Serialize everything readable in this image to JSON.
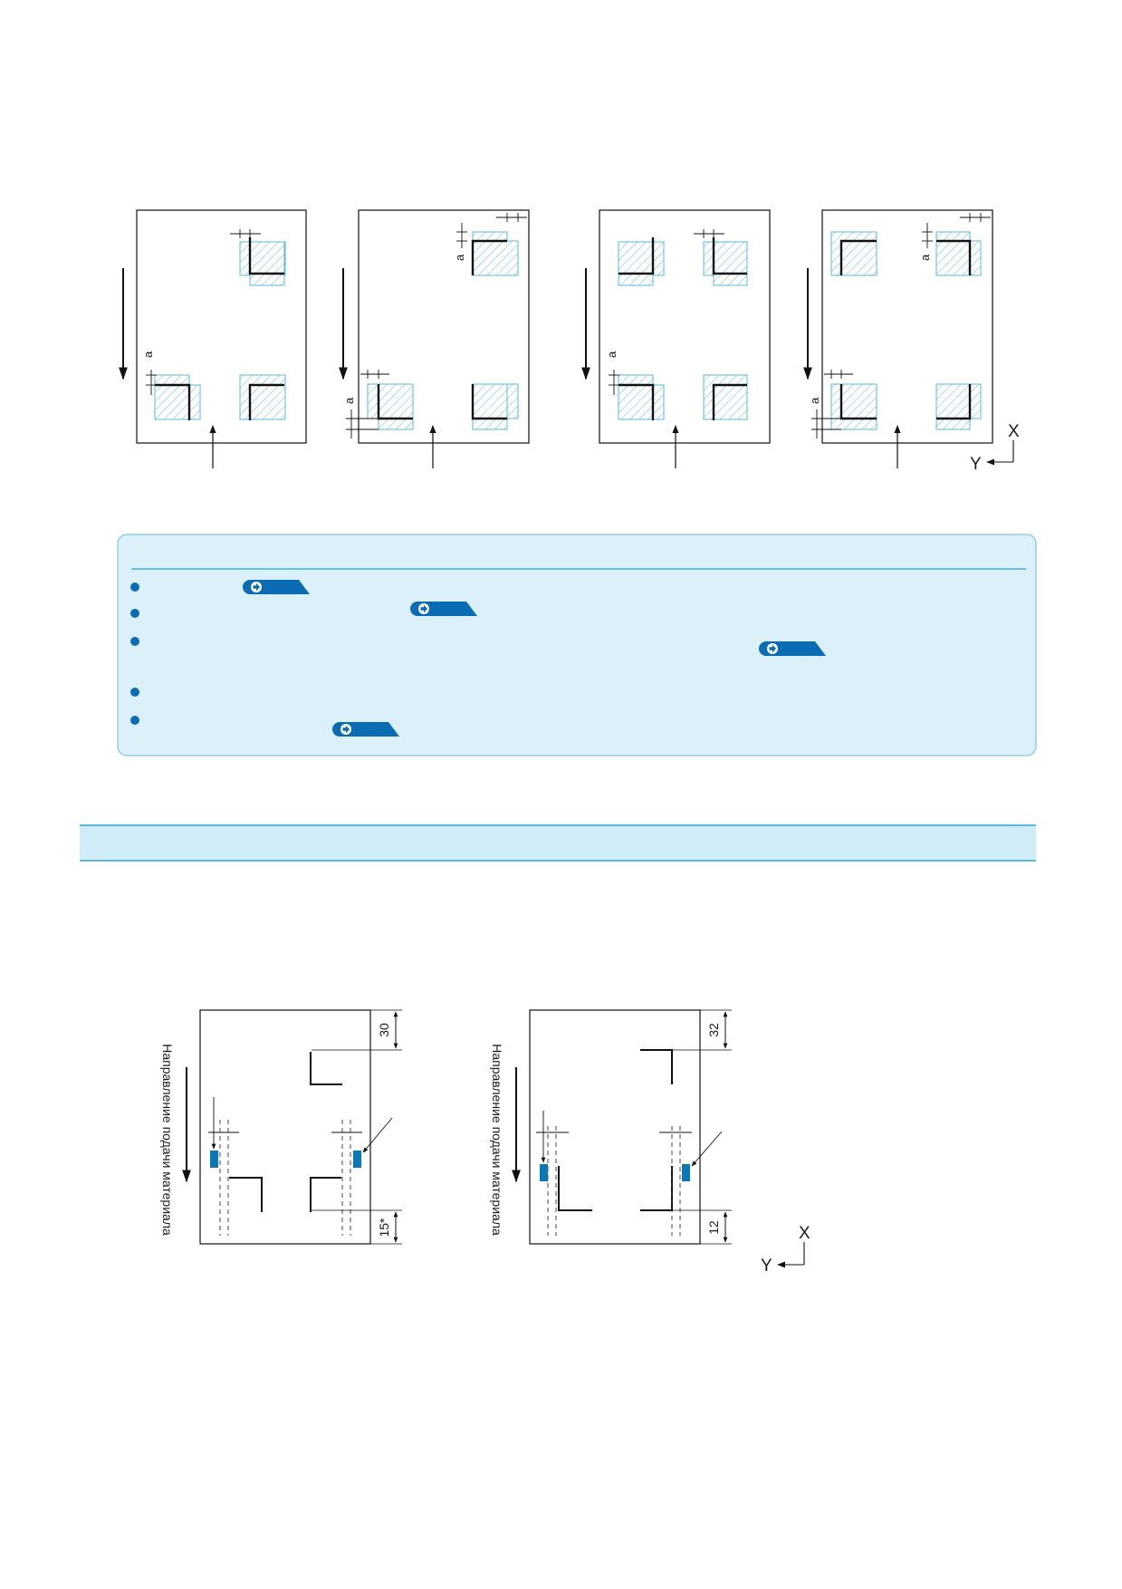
{
  "top_figures": {
    "dimension_label": "a"
  },
  "axes": {
    "x_label": "X",
    "y_label": "Y"
  },
  "note_box": {
    "bullet_count": 5,
    "accent_color": "#0a6db3",
    "background_color": "#dcf0fa",
    "border_color": "#7cc6e6"
  },
  "section_bar": {
    "background_color": "#d0ecf8",
    "line_color": "#2aa6d4"
  },
  "bottom_figures": {
    "feed_direction_label": "Направление подачи материала",
    "left": {
      "top_offset": "30",
      "bottom_offset": "15*"
    },
    "right": {
      "top_offset": "32",
      "bottom_offset": "12"
    },
    "sensor_color": "#0a78b8"
  }
}
